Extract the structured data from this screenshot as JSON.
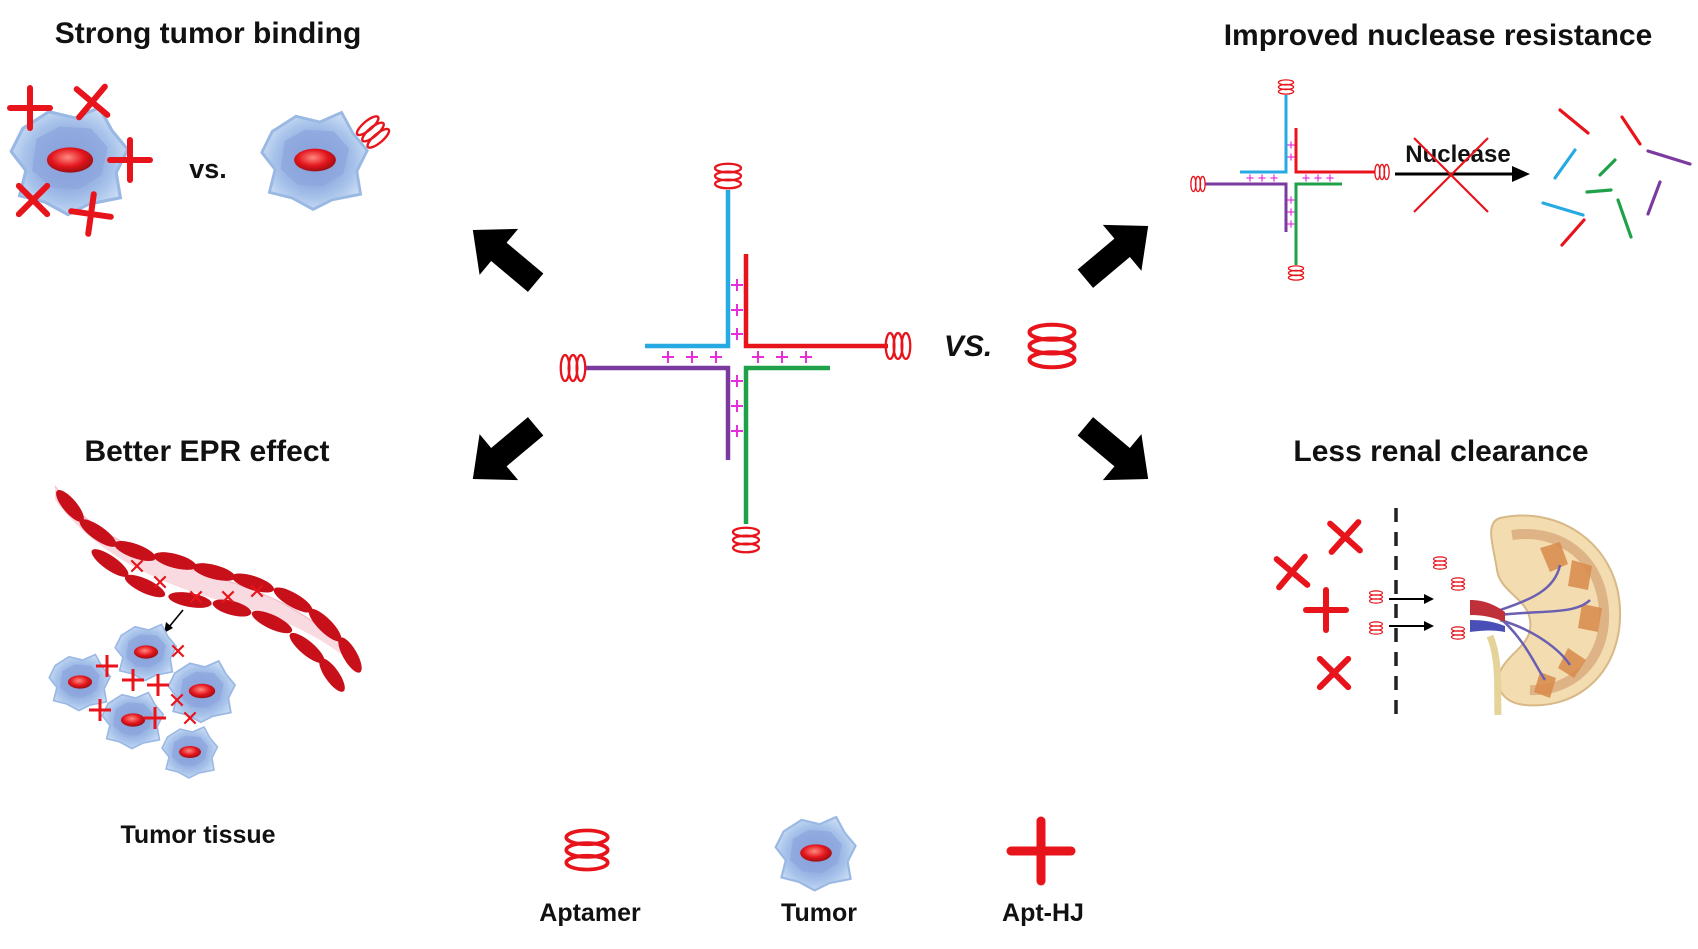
{
  "panels": {
    "top_left_title": "Strong tumor binding",
    "top_right_title": "Improved nuclease resistance",
    "bottom_left_title": "Better EPR effect",
    "bottom_right_title": "Less renal clearance"
  },
  "labels": {
    "vs_small": "vs.",
    "vs_center": "VS.",
    "nuclease": "Nuclease",
    "tumor_tissue": "Tumor tissue"
  },
  "legend": [
    {
      "label": "Aptamer",
      "icon": "aptamer-icon"
    },
    {
      "label": "Tumor",
      "icon": "tumor-cell-icon"
    },
    {
      "label": "Apt-HJ",
      "icon": "apt-hj-cross-icon"
    }
  ],
  "colors": {
    "red": "#e8141c",
    "cyan": "#27a9e1",
    "purple": "#7b3aa0",
    "green": "#1fa14a",
    "magenta": "#e62edb",
    "arrow": "#000000",
    "vessel": "#f9d6de",
    "cell_outer": "#a9c6ea",
    "cell_inner": "#7f9fdc"
  }
}
